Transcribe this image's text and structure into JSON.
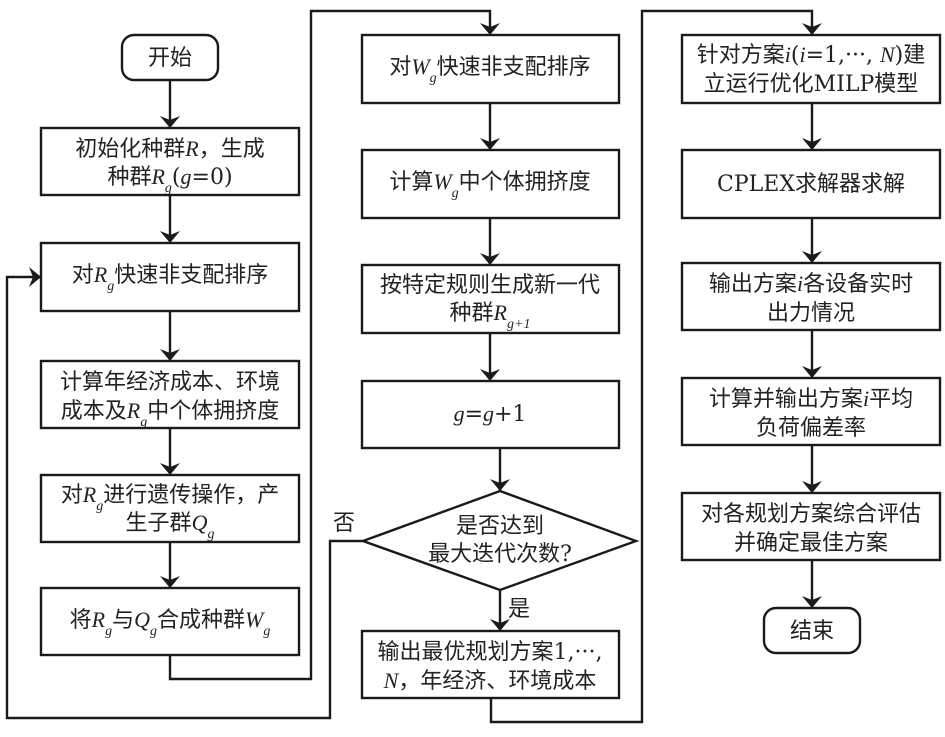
{
  "diagram": {
    "type": "flowchart",
    "nodes": {
      "start": {
        "shape": "terminal",
        "lines": [
          "开始"
        ]
      },
      "init": {
        "shape": "process",
        "lines": [
          "初始化种群R，生成",
          "种群Rg(g=0)"
        ]
      },
      "sort_r": {
        "shape": "process",
        "lines": [
          "对Rg快速非支配排序"
        ]
      },
      "calc_cost": {
        "shape": "process",
        "lines": [
          "计算年经济成本、环境",
          "成本及Rg中个体拥挤度"
        ]
      },
      "genetic": {
        "shape": "process",
        "lines": [
          "对Rg进行遗传操作，产",
          "生子群Qg"
        ]
      },
      "merge": {
        "shape": "process",
        "lines": [
          "将Rg与Qg合成种群Wg"
        ]
      },
      "sort_w": {
        "shape": "process",
        "lines": [
          "对Wg快速非支配排序"
        ]
      },
      "crowding_w": {
        "shape": "process",
        "lines": [
          "计算Wg中个体拥挤度"
        ]
      },
      "new_gen": {
        "shape": "process",
        "lines": [
          "按特定规则生成新一代",
          "种群Rg+1"
        ]
      },
      "increment": {
        "shape": "process",
        "lines": [
          "g=g+1"
        ]
      },
      "check_max": {
        "shape": "decision",
        "lines": [
          "是否达到",
          "最大迭代次数?"
        ]
      },
      "output_best": {
        "shape": "process",
        "lines": [
          "输出最优规划方案1,···,",
          "N，年经济、环境成本"
        ]
      },
      "milp": {
        "shape": "process",
        "lines": [
          "针对方案i(i=1,···, N)建",
          "立运行优化MILP模型"
        ]
      },
      "cplex": {
        "shape": "process",
        "lines": [
          "CPLEX求解器求解"
        ]
      },
      "output_device": {
        "shape": "process",
        "lines": [
          "输出方案i各设备实时",
          "出力情况"
        ]
      },
      "calc_deviation": {
        "shape": "process",
        "lines": [
          "计算并输出方案i平均",
          "负荷偏差率"
        ]
      },
      "evaluate": {
        "shape": "process",
        "lines": [
          "对各规划方案综合评估",
          "并确定最佳方案"
        ]
      },
      "end": {
        "shape": "terminal",
        "lines": [
          "结束"
        ]
      }
    },
    "edge_labels": {
      "no": "否",
      "yes": "是"
    },
    "edges": [
      {
        "from": "start",
        "to": "init"
      },
      {
        "from": "init",
        "to": "sort_r"
      },
      {
        "from": "sort_r",
        "to": "calc_cost"
      },
      {
        "from": "calc_cost",
        "to": "genetic"
      },
      {
        "from": "genetic",
        "to": "merge"
      },
      {
        "from": "merge",
        "to": "sort_w"
      },
      {
        "from": "sort_w",
        "to": "crowding_w"
      },
      {
        "from": "crowding_w",
        "to": "new_gen"
      },
      {
        "from": "new_gen",
        "to": "increment"
      },
      {
        "from": "increment",
        "to": "check_max"
      },
      {
        "from": "check_max",
        "to": "sort_r",
        "label": "否"
      },
      {
        "from": "check_max",
        "to": "output_best",
        "label": "是"
      },
      {
        "from": "output_best",
        "to": "milp"
      },
      {
        "from": "milp",
        "to": "cplex"
      },
      {
        "from": "cplex",
        "to": "output_device"
      },
      {
        "from": "output_device",
        "to": "calc_deviation"
      },
      {
        "from": "calc_deviation",
        "to": "evaluate"
      },
      {
        "from": "evaluate",
        "to": "end"
      }
    ]
  }
}
